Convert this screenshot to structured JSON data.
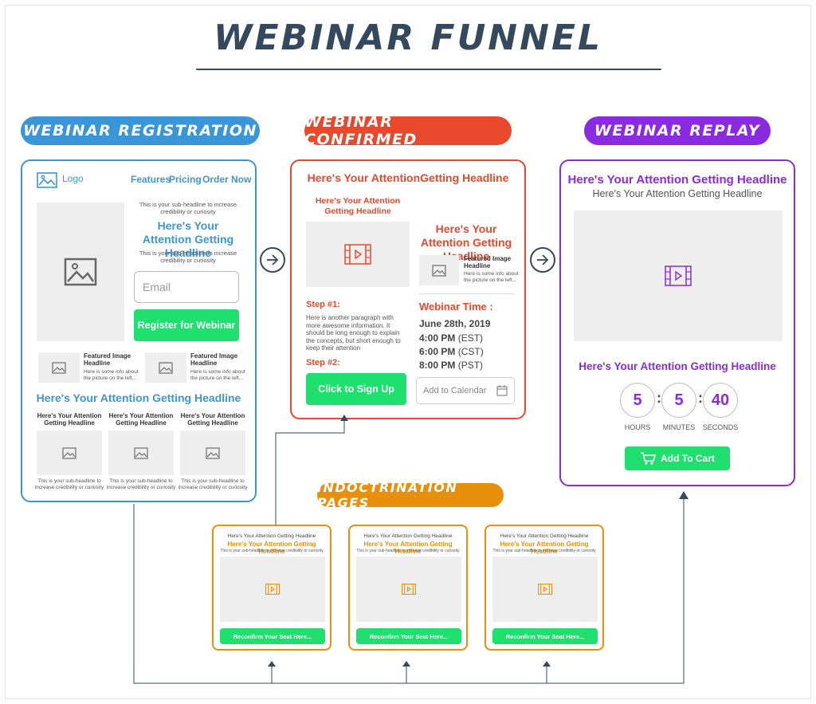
{
  "title": "WEBINAR FUNNEL",
  "colors": {
    "registration": "#3b96d8",
    "confirmed": "#e8482c",
    "replay": "#8a2be2",
    "indoctrination": "#e8900c",
    "green": "#1fe06e",
    "dark": "#34495e"
  },
  "sections": {
    "registration": "WEBINAR REGISTRATION",
    "confirmed": "WEBINAR CONFIRMED",
    "replay": "WEBINAR REPLAY",
    "indoctrination": "INDOCTRINATION PAGES"
  },
  "registration": {
    "logo": "Logo",
    "nav": [
      "Features",
      "Pricing",
      "Order Now"
    ],
    "subheadline_top": "This is your sub-headline to increase credibility or curiosity",
    "headline": "Here's Your Attention Getting Headline",
    "subheadline_bottom": "This is your sub-headline to increase credibility or curiosity",
    "email_placeholder": "Email",
    "register_button": "Register for Webinar",
    "featured": [
      {
        "title": "Featured Image Headline",
        "text": "Here is some info about the picture on the left..."
      },
      {
        "title": "Featured Image Headline",
        "text": "Here is some info about the picture on the left..."
      }
    ],
    "headline2": "Here's Your Attention Getting Headline",
    "columns": [
      {
        "title": "Here's Your Attention Getting Headline",
        "text": "This is your sub-headline to increase credibility or curiosity"
      },
      {
        "title": "Here's Your Attention Getting Headline",
        "text": "This is your sub-headline to increase credibility or curiosity"
      },
      {
        "title": "Here's Your Attention Getting Headline",
        "text": "This is your sub-headline to increase credibility or curiosity"
      }
    ]
  },
  "confirmed": {
    "headline": "Here's Your AttentionGetting Headline",
    "left_headline": "Here's Your Attention Getting Headline",
    "right_headline": "Here's Your Attention Getting Headline",
    "featured_title": "Featured Image Headline",
    "featured_text": "Here is some info about the picture on the left...",
    "step1": "Step #1:",
    "step1_text": "Here is another paragraph with more awesome information. It should be long enough to explain the concepts, but short enough to keep their attention",
    "step2": "Step #2:",
    "signup_button": "Click to Sign Up",
    "webinar_time_label": "Webinar Time :",
    "date": "June 28th, 2019",
    "times": [
      {
        "time": "4:00 PM",
        "zone": "(EST)"
      },
      {
        "time": "6:00 PM",
        "zone": "(CST)"
      },
      {
        "time": "8:00 PM",
        "zone": "(PST)"
      }
    ],
    "calendar_label": "Add to Calendar"
  },
  "replay": {
    "headline": "Here's Your Attention Getting Headline",
    "subheadline": "Here's Your Attention Getting Headline",
    "headline2": "Here's Your Attention Getting Headline",
    "timer": [
      {
        "value": "5",
        "label": "HOURS"
      },
      {
        "value": "5",
        "label": "MINUTES"
      },
      {
        "value": "40",
        "label": "SECONDS"
      }
    ],
    "cart_button": "Add To Cart"
  },
  "indoctrination": [
    {
      "pre": "Here's Your Attention Getting Headline",
      "headline": "Here's Your Attention Getting Headline",
      "sub": "This is your sub-headline to increase credibility or curiosity",
      "button": "Reconfirm Your Seat Here..."
    },
    {
      "pre": "Here's Your Attention Getting Headline",
      "headline": "Here's Your Attention Getting Headline",
      "sub": "This is your sub-headline to increase credibility or curiosity",
      "button": "Reconfirm Your Seat Here..."
    },
    {
      "pre": "Here's Your Attention Getting Headline",
      "headline": "Here's Your Attention Getting Headline",
      "sub": "This is your sub-headline to increase credibility or curiosity",
      "button": "Reconfirm Your Seat Here..."
    }
  ]
}
